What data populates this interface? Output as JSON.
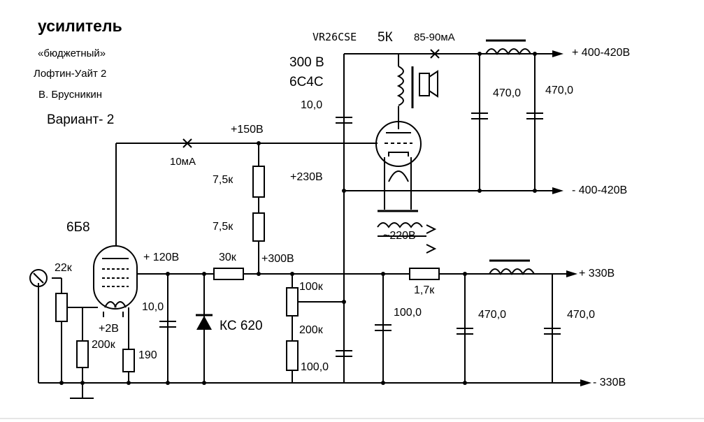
{
  "heading": {
    "title": "усилитель",
    "line1": "«бюджетный»",
    "line2": "Лофтин-Уайт 2",
    "line3": "В. Брусникин",
    "variant": "Вариант- 2"
  },
  "labels": {
    "rectifier": "VR26CSE",
    "load": "5К",
    "output_current": "85-90мА",
    "plus_hv": "+ 400-420В",
    "minus_hv": "- 400-420В",
    "plus_lv": "+ 330В",
    "minus_lv": "- 330В",
    "cap_hv_a": "470,0",
    "cap_hv_b": "470,0",
    "tube_out_voltage": "300 В",
    "tube_out": "6С4С",
    "cap_grid": "10,0",
    "v150": "+150В",
    "i10": "10мА",
    "r_div_a": "7,5к",
    "r_div_b": "7,5к",
    "v230": "+230В",
    "mains": "~220В",
    "tube_in": "6Б8",
    "pot_in": "22к",
    "v120": "+ 120В",
    "r_30k": "30к",
    "v300": "+300В",
    "pot_100k": "100к",
    "r_200k_div": "200к",
    "cap_100_div": "100,0",
    "cap_10": "10,0",
    "zener": "КС 620",
    "v2": "+2В",
    "r_200k_grid": "200к",
    "r_190": "190",
    "r_17k": "1,7к",
    "cap_lv_a": "100,0",
    "cap_lv_b": "470,0",
    "cap_lv_c": "470,0"
  }
}
